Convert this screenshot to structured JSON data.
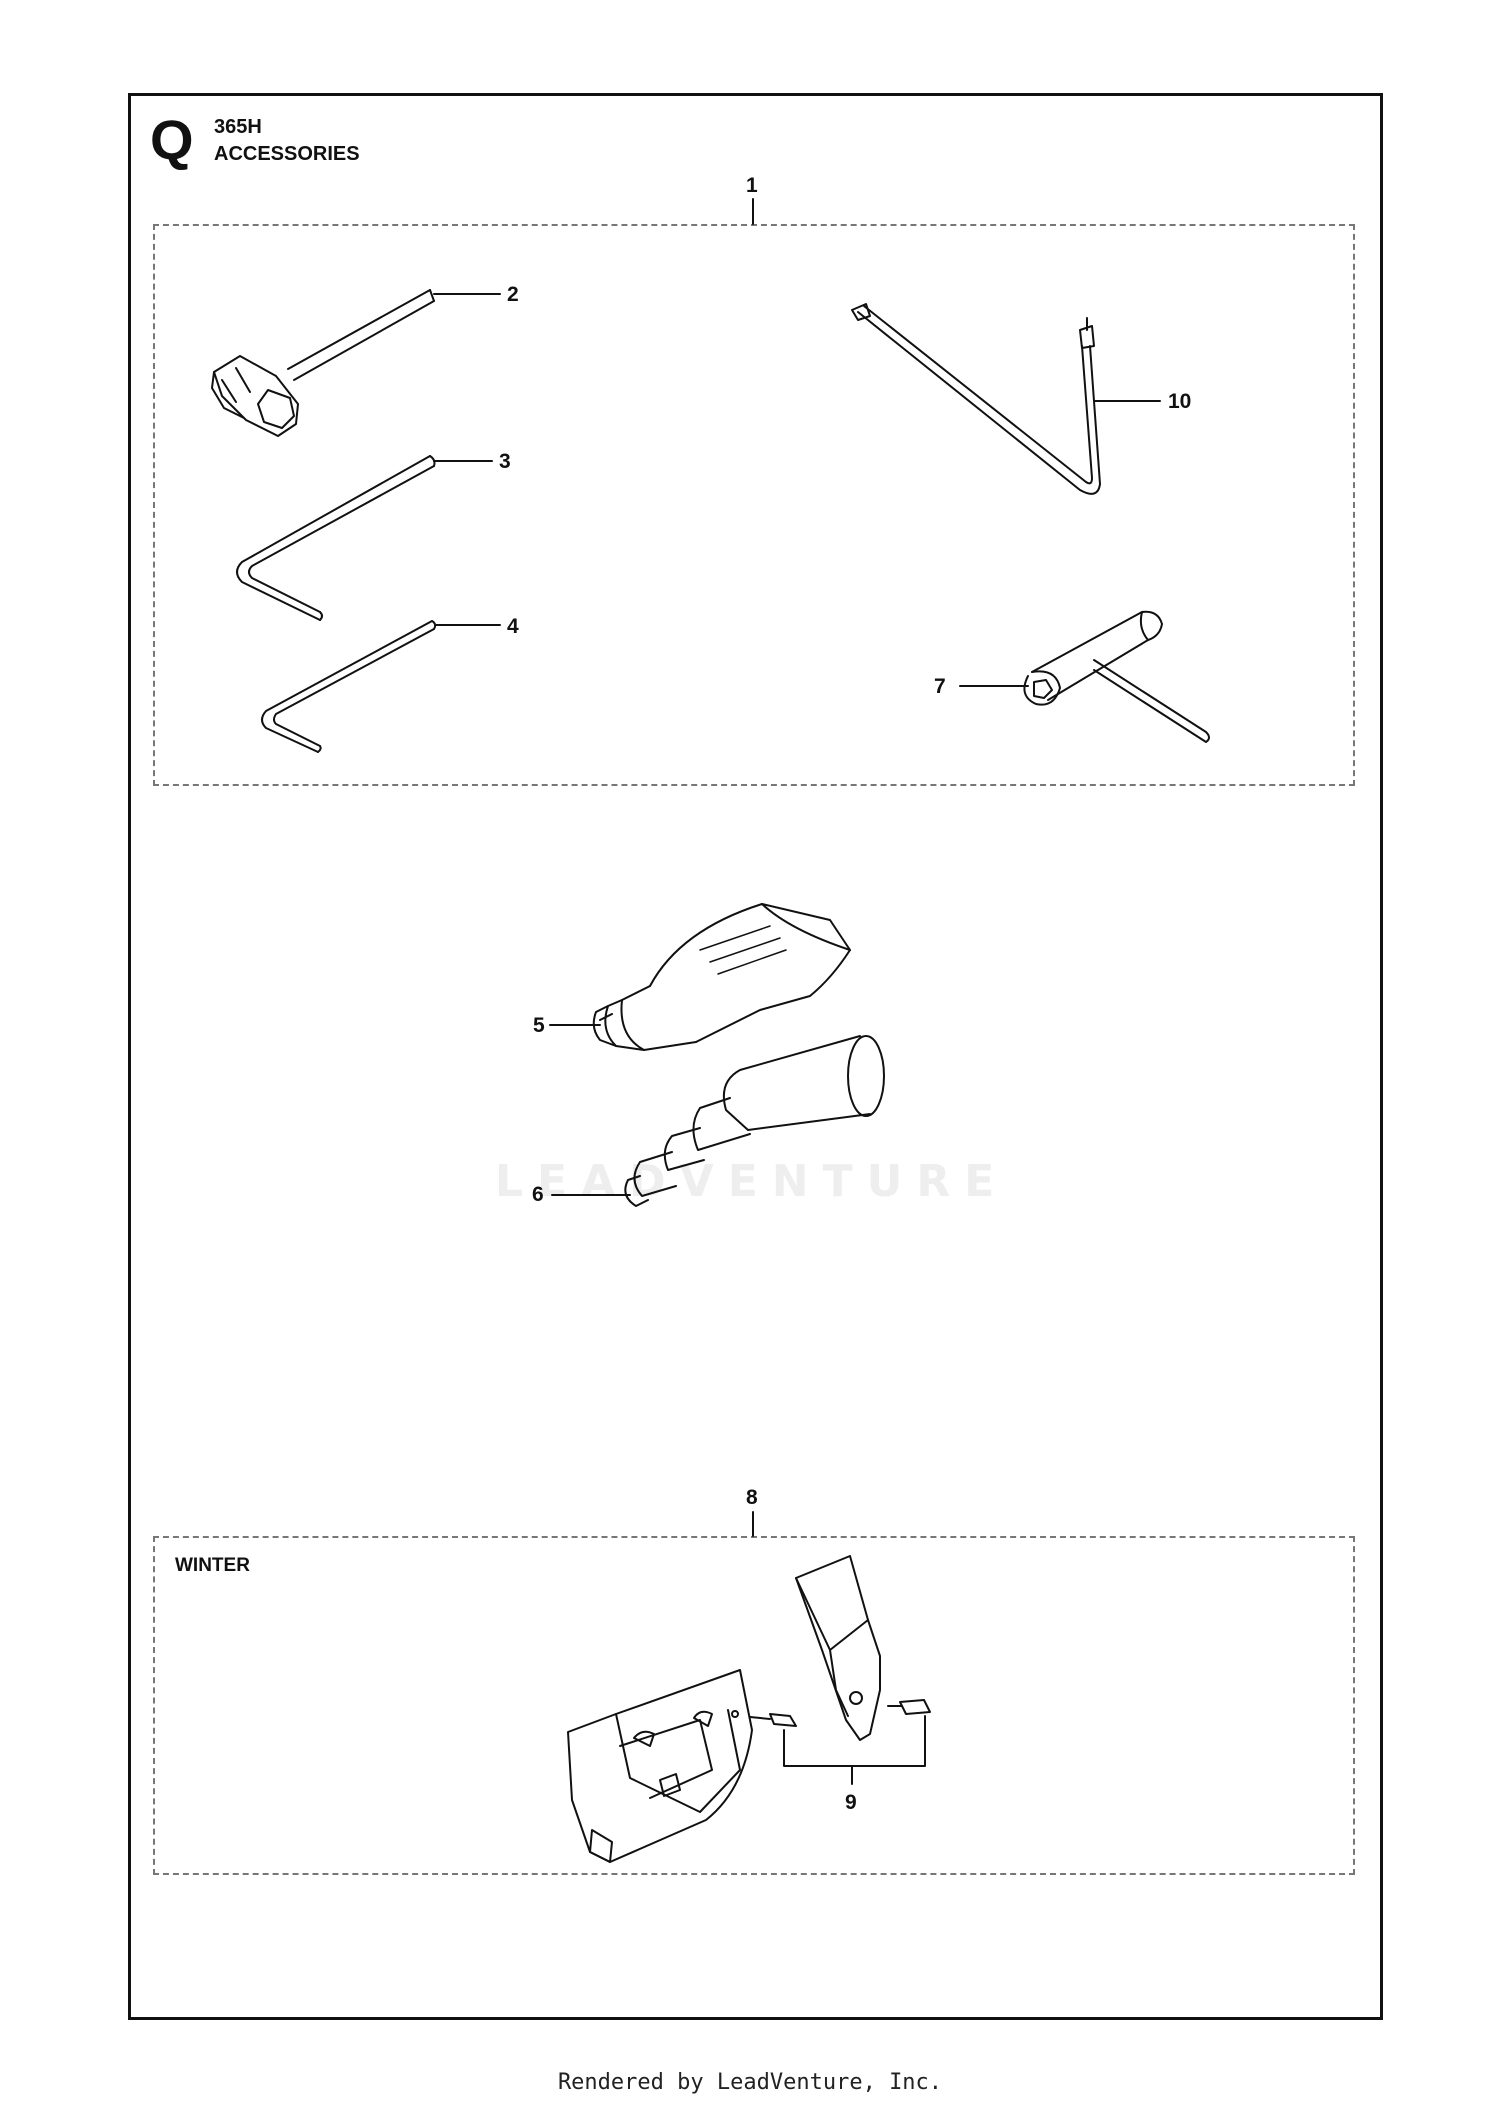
{
  "header": {
    "section_letter": "Q",
    "model": "365H",
    "title": "ACCESSORIES"
  },
  "groups": {
    "kit_callout": "1",
    "winter_callout": "8",
    "winter_label": "WINTER"
  },
  "callouts": {
    "c2": "2",
    "c3": "3",
    "c4": "4",
    "c5": "5",
    "c6": "6",
    "c7": "7",
    "c9": "9",
    "c10": "10"
  },
  "watermark": "LEADVENTURE",
  "footer": "Rendered by LeadVenture, Inc."
}
